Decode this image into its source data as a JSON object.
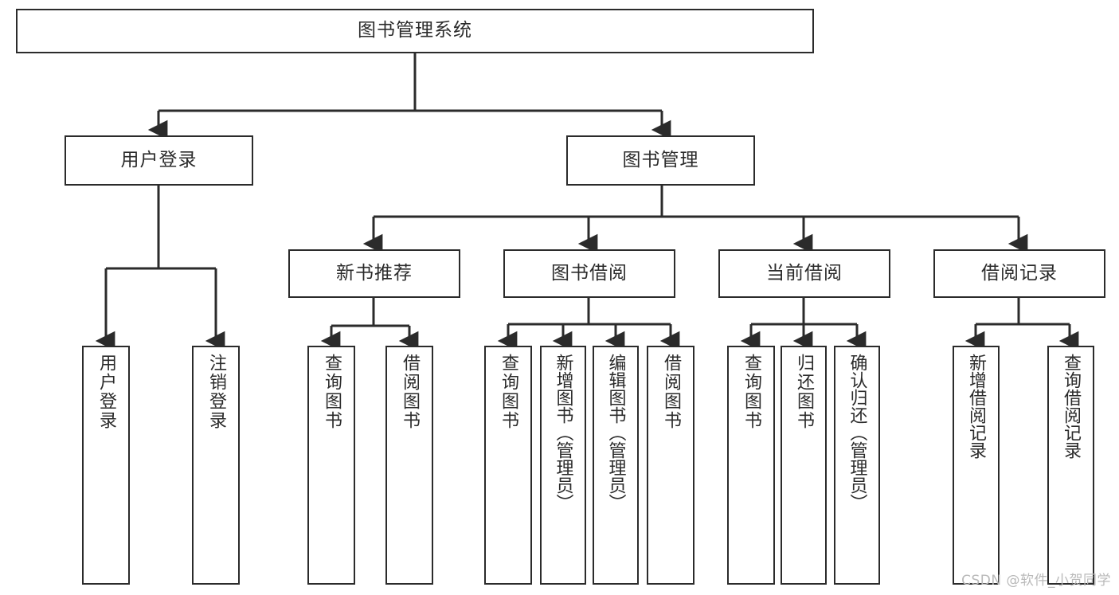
{
  "diagram": {
    "title": "图书管理系统",
    "type": "tree",
    "watermark": "CSDN @软件_小贺同学",
    "colors": {
      "stroke": "#2b2b2b",
      "fill": "#ffffff",
      "background": "#ffffff",
      "watermark": "#b9b9b9"
    },
    "root": {
      "label": "图书管理系统"
    },
    "level2": [
      {
        "label": "用户登录"
      },
      {
        "label": "图书管理"
      }
    ],
    "level3": [
      {
        "label": "新书推荐"
      },
      {
        "label": "图书借阅"
      },
      {
        "label": "当前借阅"
      },
      {
        "label": "借阅记录"
      }
    ],
    "leaves": {
      "user_login": [
        {
          "label": "用户登录"
        },
        {
          "label": "注销登录"
        }
      ],
      "new_book_recommend": [
        {
          "label": "查询图书"
        },
        {
          "label": "借阅图书"
        }
      ],
      "book_borrow": [
        {
          "label": "查询图书"
        },
        {
          "label": "新增图书（管理员）"
        },
        {
          "label": "编辑图书（管理员）"
        },
        {
          "label": "借阅图书"
        }
      ],
      "current_borrow": [
        {
          "label": "查询图书"
        },
        {
          "label": "归还图书"
        },
        {
          "label": "确认归还（管理员）"
        }
      ],
      "borrow_record": [
        {
          "label": "新增借阅记录"
        },
        {
          "label": "查询借阅记录"
        }
      ]
    }
  }
}
